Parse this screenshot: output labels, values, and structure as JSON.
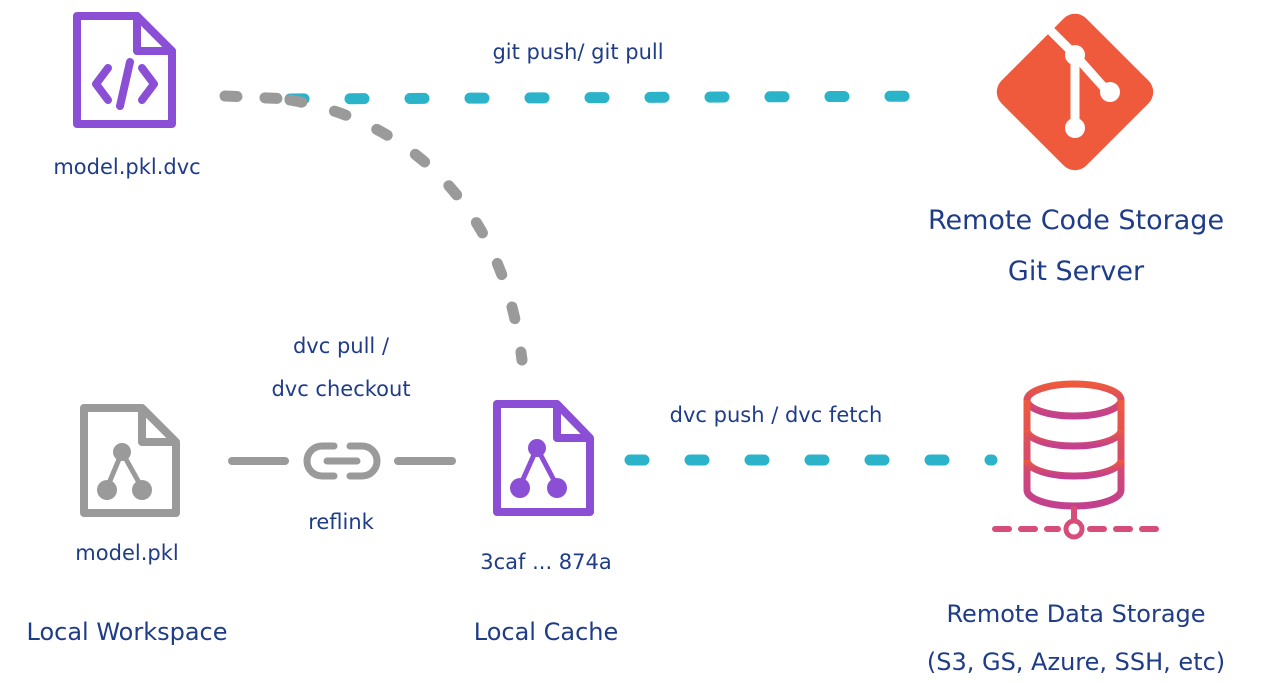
{
  "labels": {
    "dvc_file": "model.pkl.dvc",
    "git_push_pull": "git push/ git pull",
    "remote_code_storage": "Remote Code Storage",
    "git_server": "Git Server",
    "dvc_pull": "dvc pull /",
    "dvc_checkout": "dvc checkout",
    "reflink": "reflink",
    "dvc_push_fetch": "dvc push / dvc fetch",
    "model_file": "model.pkl",
    "cache_hash": "3caf ... 874a",
    "local_workspace": "Local Workspace",
    "local_cache": "Local Cache",
    "remote_data_storage": "Remote Data Storage",
    "remote_data_examples": "(S3, GS, Azure, SSH, etc)"
  },
  "colors": {
    "purple": "#8b4fd6",
    "gray": "#9a9a9a",
    "teal": "#2bb3c9",
    "git_orange": "#ef5a3c",
    "pink": "#d64d7a",
    "text": "#1f3c88"
  },
  "icons": {
    "dvc_file_icon": "code-file-icon",
    "git_icon": "git-logo-icon",
    "model_file_icon": "dvc-file-icon",
    "cache_file_icon": "dvc-file-icon",
    "link_icon": "link-icon",
    "database_icon": "database-icon"
  }
}
